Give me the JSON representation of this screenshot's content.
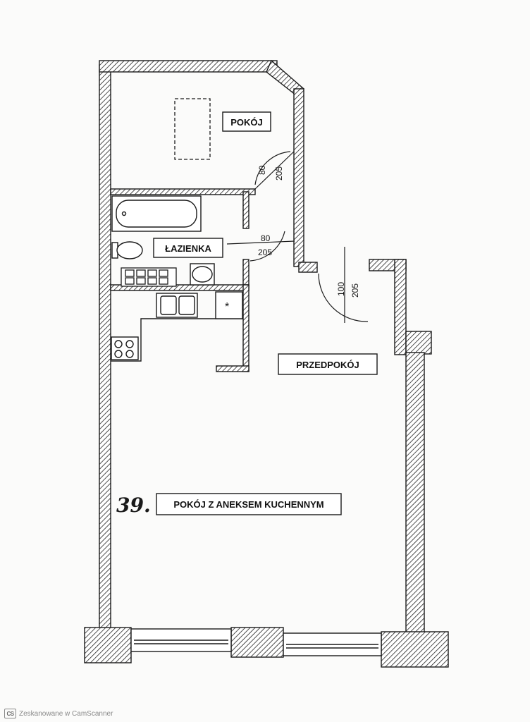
{
  "rooms": {
    "pokoj": "POKÓJ",
    "lazienka": "ŁAZIENKA",
    "przedpokoj": "PRZEDPOKÓJ",
    "pokoj_aneks": "POKÓJ Z ANEKSEM KUCHENNYM"
  },
  "doors": {
    "pokoj_door": {
      "width": "80",
      "height": "205"
    },
    "bathroom_door": {
      "width": "80",
      "height": "205"
    },
    "entrance_door": {
      "width": "100",
      "height": "205"
    }
  },
  "handwritten_number": "39.",
  "fridge_symbol": "*",
  "footer": {
    "badge": "CS",
    "text": "Zeskanowane w CamScanner"
  },
  "colors": {
    "ink": "#1a1a1a",
    "paper": "#fbfbfa",
    "footer_text": "#8a8a8a"
  }
}
